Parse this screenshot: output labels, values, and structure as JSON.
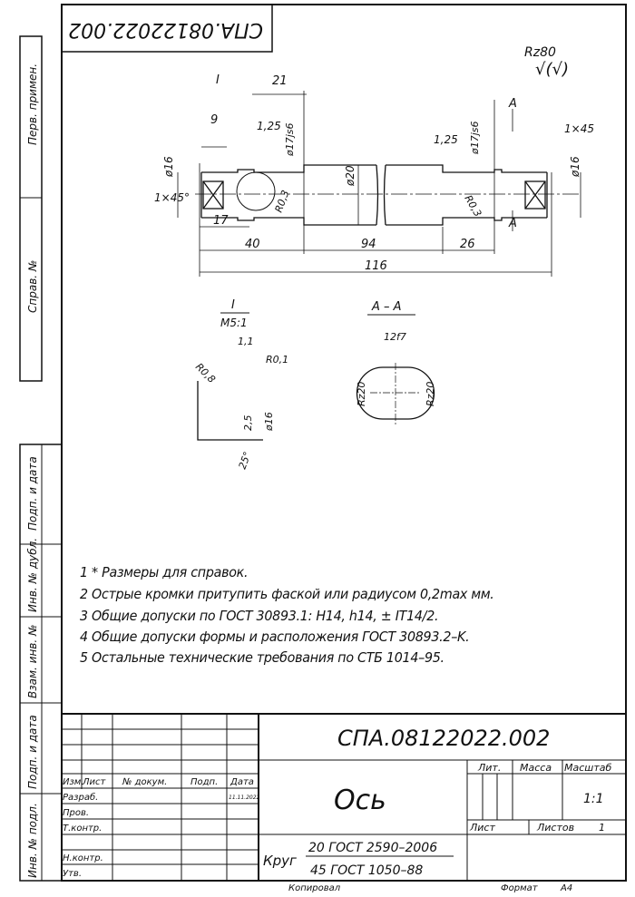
{
  "stamp_rotated": "СПА.08122022.002",
  "side_labels": {
    "perv_primen": "Перв. примен.",
    "sprav_no": "Справ. №",
    "podp_data_1": "Подп. и дата",
    "inv_dubl": "Инв. № дубл.",
    "vzam_inv": "Взам. инв. №",
    "podp_data_2": "Подп. и дата",
    "inv_podl": "Инв. № подл."
  },
  "roughness": {
    "label": "Rz80",
    "symbol": "√(√)"
  },
  "dimensions": {
    "d21": "21",
    "d9": "9",
    "d125a": "1,25",
    "d125b": "1,25",
    "phi17a": "ø17js6",
    "phi17b": "ø17js6",
    "phi16a": "ø16",
    "phi16b": "ø16",
    "phi20": "ø20",
    "chamfer_left": "1×45°",
    "chamfer_right": "1×45",
    "r03a": "R0,3",
    "r03b": "R0,3",
    "d17": "17",
    "d40": "40",
    "d94": "94",
    "d26": "26",
    "d116": "116",
    "callout_I": "I",
    "section_A": "A"
  },
  "detail_I": {
    "title": "I",
    "scale": "M5:1",
    "d11": "1,1",
    "r01": "R0,1",
    "r08": "R0,8",
    "d25": "2,5",
    "phi16": "ø16",
    "angle": "25°"
  },
  "section_AA": {
    "title": "А – А",
    "width": "12f7",
    "rz_left": "Rz20",
    "rz_right": "Rz20"
  },
  "notes": [
    "1  * Размеры для справок.",
    "2  Острые кромки притупить фаской или радиусом 0,2max мм.",
    "3  Общие допуски по ГОСТ 30893.1: H14, h14, ± IT14/2.",
    "4  Общие допуски формы и расположения ГОСТ 30893.2–K.",
    "5  Остальные технические требования по СТБ 1014–95."
  ],
  "title_block": {
    "designation": "СПА.08122022.002",
    "name": "Ось",
    "headers": {
      "izm": "Изм.",
      "list": "Лист",
      "doc": "№ докум.",
      "podp": "Подп.",
      "data": "Дата"
    },
    "roles": [
      "Разраб.",
      "Пров.",
      "Т.контр.",
      "",
      "Н.контр.",
      "Утв."
    ],
    "date": "11.11.2022",
    "lit": "Лит.",
    "mass": "Масса",
    "scale_label": "Масштаб",
    "scale": "1:1",
    "sheet": "Лист",
    "sheets": "Листов",
    "sheets_count": "1",
    "material_prefix": "Круг",
    "material_top": "20 ГОСТ 2590–2006",
    "material_bottom": "45 ГОСТ 1050–88",
    "copied": "Копировал",
    "format_label": "Формат",
    "format": "А4"
  }
}
